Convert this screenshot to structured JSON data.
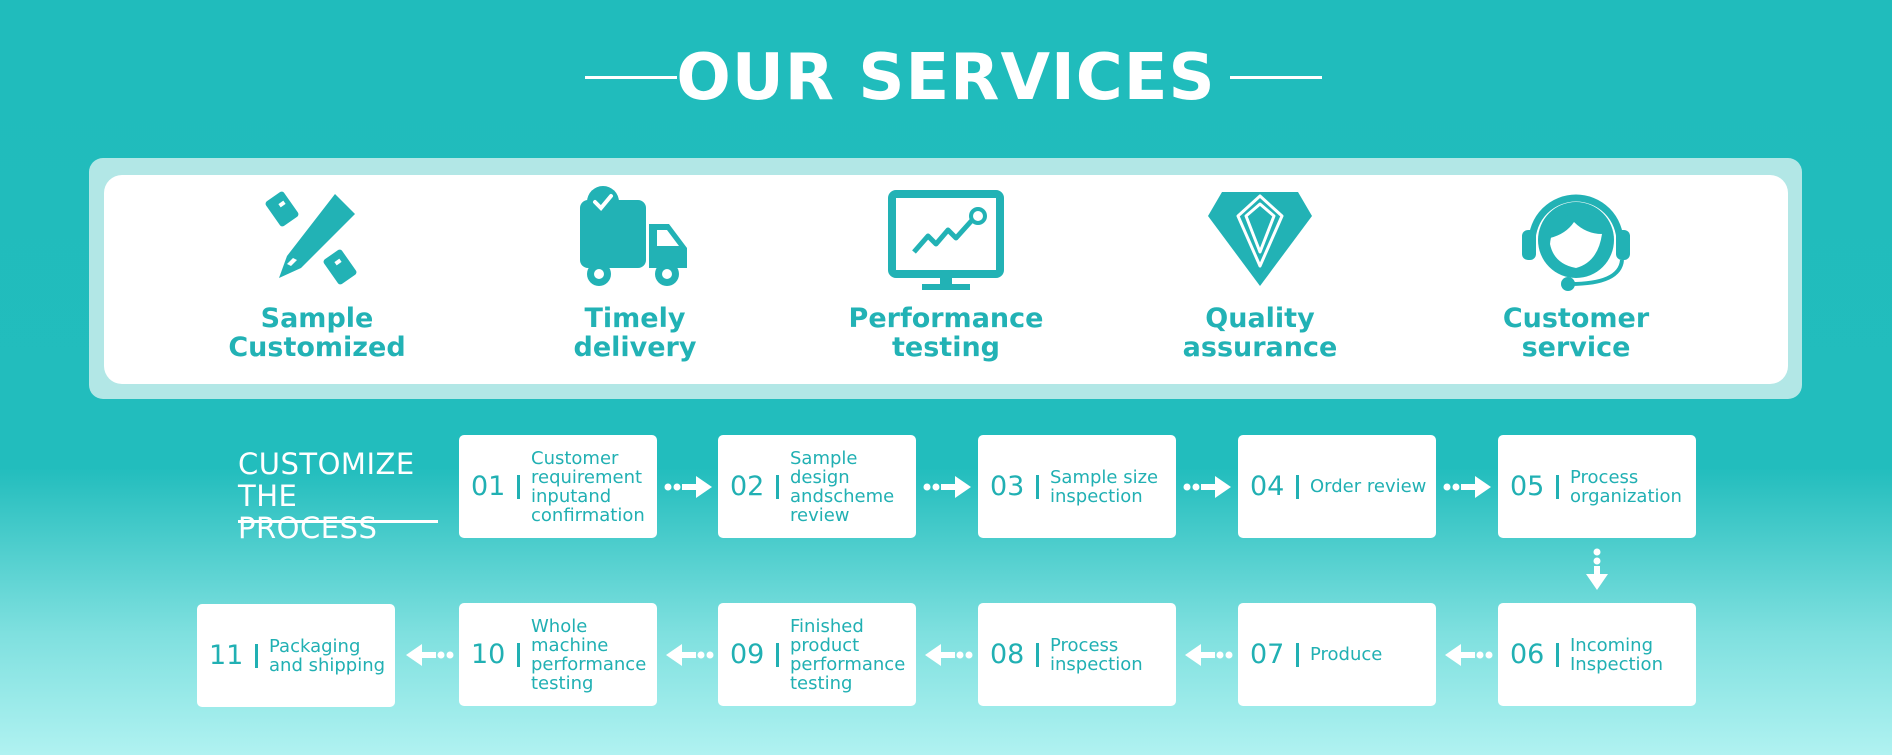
{
  "title": "OUR SERVICES",
  "services": [
    {
      "label_lines": [
        "Sample",
        "Customized"
      ],
      "icon": "pencil-ruler-icon"
    },
    {
      "label_lines": [
        "Timely",
        "delivery"
      ],
      "icon": "delivery-truck-icon"
    },
    {
      "label_lines": [
        "Performance",
        "testing"
      ],
      "icon": "monitor-chart-icon"
    },
    {
      "label_lines": [
        "Quality",
        "assurance"
      ],
      "icon": "diamond-icon"
    },
    {
      "label_lines": [
        "Customer",
        "service"
      ],
      "icon": "headset-agent-icon"
    }
  ],
  "process": {
    "heading_lines": [
      "CUSTOMIZE",
      "THE PROCESS"
    ],
    "steps": [
      {
        "num": "01",
        "text_lines": [
          "Customer",
          "requirement",
          "inputand",
          "confirmation"
        ]
      },
      {
        "num": "02",
        "text_lines": [
          "Sample",
          "design",
          "andscheme",
          "review"
        ]
      },
      {
        "num": "03",
        "text_lines": [
          "Sample size",
          "inspection"
        ]
      },
      {
        "num": "04",
        "text_lines": [
          "Order review"
        ]
      },
      {
        "num": "05",
        "text_lines": [
          "Process",
          "organization"
        ]
      },
      {
        "num": "06",
        "text_lines": [
          "Incoming",
          "Inspection"
        ]
      },
      {
        "num": "07",
        "text_lines": [
          "Produce"
        ]
      },
      {
        "num": "08",
        "text_lines": [
          "Process",
          "inspection"
        ]
      },
      {
        "num": "09",
        "text_lines": [
          "Finished",
          "product",
          "performance",
          "testing"
        ]
      },
      {
        "num": "10",
        "text_lines": [
          "Whole",
          "machine",
          "performance",
          "testing"
        ]
      },
      {
        "num": "11",
        "text_lines": [
          "Packaging",
          "and shipping"
        ]
      }
    ]
  },
  "colors": {
    "background": "#20bcbc",
    "accent": "#21b0b3",
    "card": "#ffffff",
    "frame": "#b2e7e6"
  }
}
